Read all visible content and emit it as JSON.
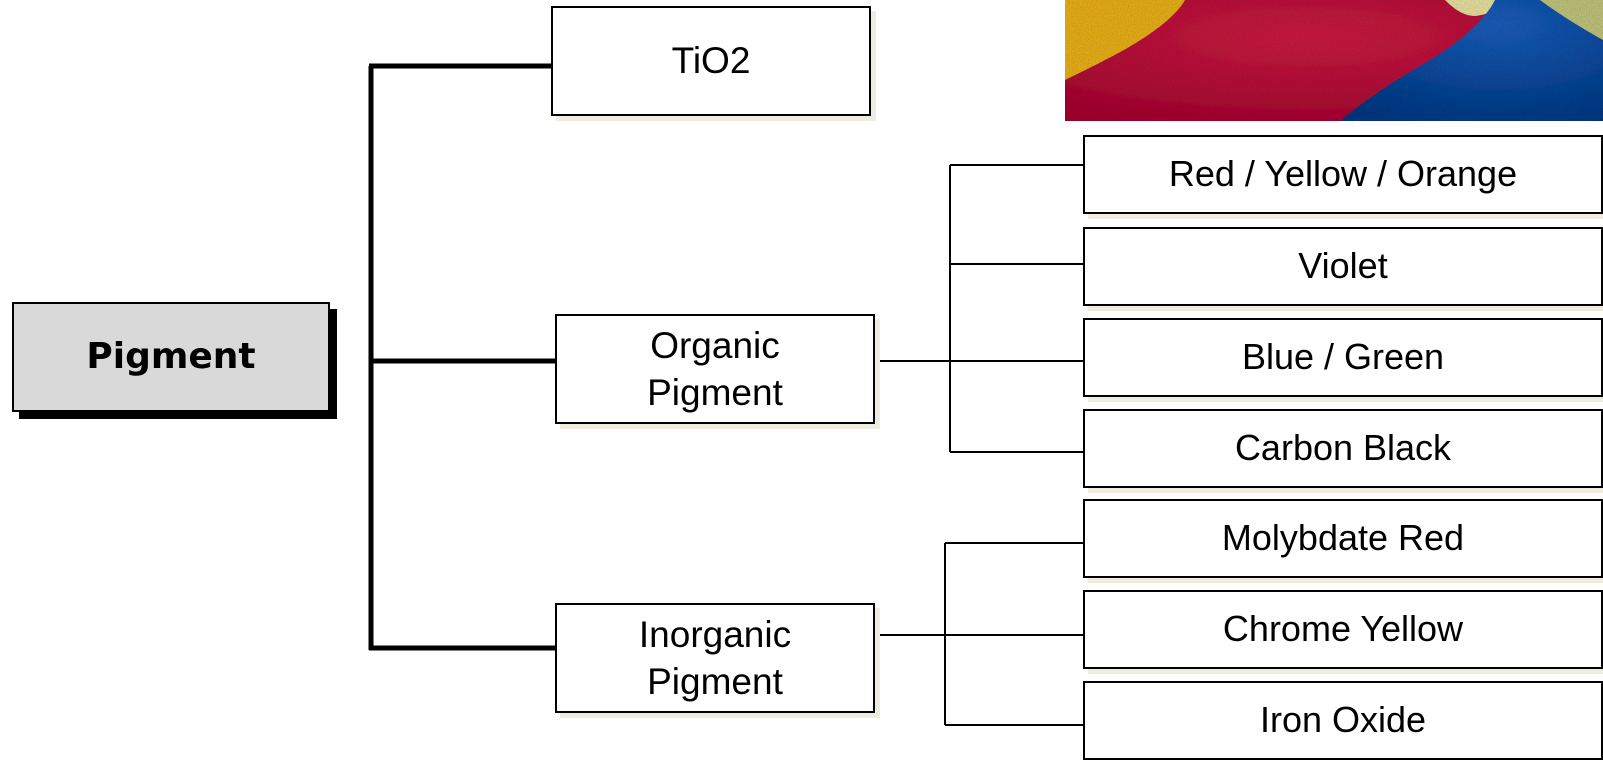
{
  "root": {
    "label": "Pigment"
  },
  "level1": {
    "tio2": "TiO2",
    "organic": [
      "Organic",
      "Pigment"
    ],
    "inorganic": [
      "Inorganic",
      "Pigment"
    ]
  },
  "organic_children": [
    "Red / Yellow / Orange",
    "Violet",
    "Blue / Green",
    "Carbon Black"
  ],
  "inorganic_children": [
    "Molybdate Red",
    "Chrome Yellow",
    "Iron Oxide"
  ],
  "colors": {
    "root_fill": "#d9d9d9",
    "box_border": "#000000",
    "box_shadow": "#eeece1",
    "photo_red": "#c8143c",
    "photo_yellow": "#f2b71e",
    "photo_blue": "#0f4fa8",
    "photo_pale_yellow": "#eee9a6"
  },
  "photo": {
    "name": "colored pigment powders"
  }
}
